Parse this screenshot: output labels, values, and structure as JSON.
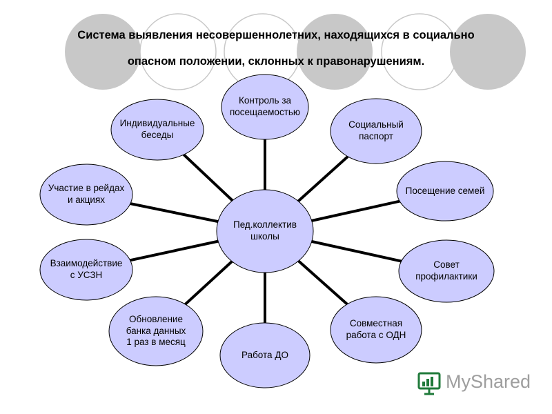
{
  "title": {
    "line1": "Система выявления несовершеннолетних, находящихся в социально",
    "line2": "опасном положении,  склонных к правонарушениям."
  },
  "colors": {
    "background_circle": "#c8c8c8",
    "node_fill": "#ccccff",
    "node_stroke": "#000000",
    "connector": "#000000"
  },
  "center": {
    "label": "Пед.коллектив\nшколы"
  },
  "nodes": [
    {
      "id": "kontrol",
      "label": "Контроль за\nпосещаемостью"
    },
    {
      "id": "pasport",
      "label": "Социальный\nпаспорт"
    },
    {
      "id": "semei",
      "label": "Посещение семей"
    },
    {
      "id": "sovet",
      "label": "Совет\nпрофилактики"
    },
    {
      "id": "odn",
      "label": "Совместная\nработа с ОДН"
    },
    {
      "id": "do",
      "label": "Работа ДО"
    },
    {
      "id": "bank",
      "label": "Обновление\nбанка данных\n1 раз в месяц"
    },
    {
      "id": "uszn",
      "label": "Взаимодействие\nс УСЗН"
    },
    {
      "id": "reidy",
      "label": "Участие в рейдах\nи акциях"
    },
    {
      "id": "besedy",
      "label": "Индивидуальные\nбеседы"
    }
  ],
  "watermark": {
    "text": "MyShared",
    "icon": "presentation-screen-icon"
  }
}
